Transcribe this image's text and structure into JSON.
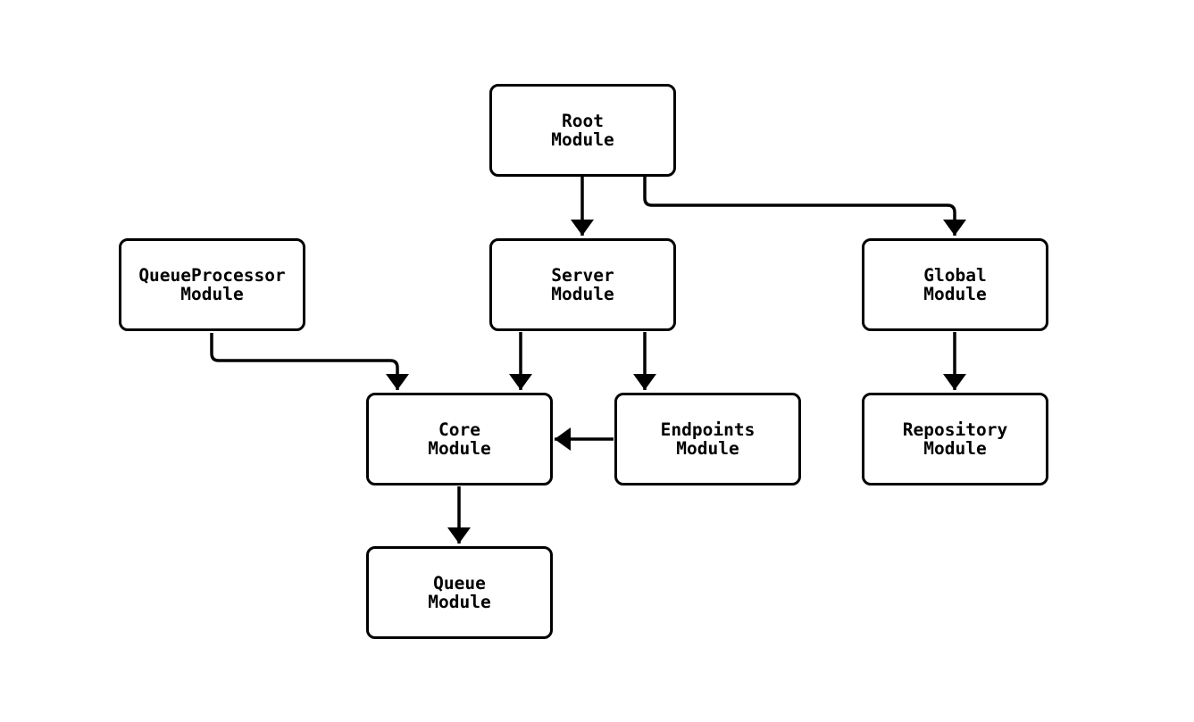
{
  "diagram": {
    "type": "flowchart",
    "direction": "top-down",
    "background_color": "#ffffff",
    "node_fill_color": "#ffffff",
    "node_border_color": "#000000",
    "edge_color": "#000000",
    "text_color": "#000000",
    "nodes": [
      {
        "id": "root",
        "label": "Root\nModule"
      },
      {
        "id": "queueprocessor",
        "label": "QueueProcessor\nModule"
      },
      {
        "id": "server",
        "label": "Server\nModule"
      },
      {
        "id": "global",
        "label": "Global\nModule"
      },
      {
        "id": "core",
        "label": "Core\nModule"
      },
      {
        "id": "endpoints",
        "label": "Endpoints\nModule"
      },
      {
        "id": "repository",
        "label": "Repository\nModule"
      },
      {
        "id": "queue",
        "label": "Queue\nModule"
      }
    ],
    "edges": [
      {
        "from": "root",
        "to": "server",
        "style": "arrow"
      },
      {
        "from": "root",
        "to": "global",
        "style": "arrow"
      },
      {
        "from": "queueprocessor",
        "to": "core",
        "style": "arrow"
      },
      {
        "from": "server",
        "to": "core",
        "style": "arrow"
      },
      {
        "from": "server",
        "to": "endpoints",
        "style": "arrow"
      },
      {
        "from": "endpoints",
        "to": "core",
        "style": "arrow"
      },
      {
        "from": "global",
        "to": "repository",
        "style": "arrow"
      },
      {
        "from": "core",
        "to": "queue",
        "style": "arrow"
      }
    ]
  }
}
